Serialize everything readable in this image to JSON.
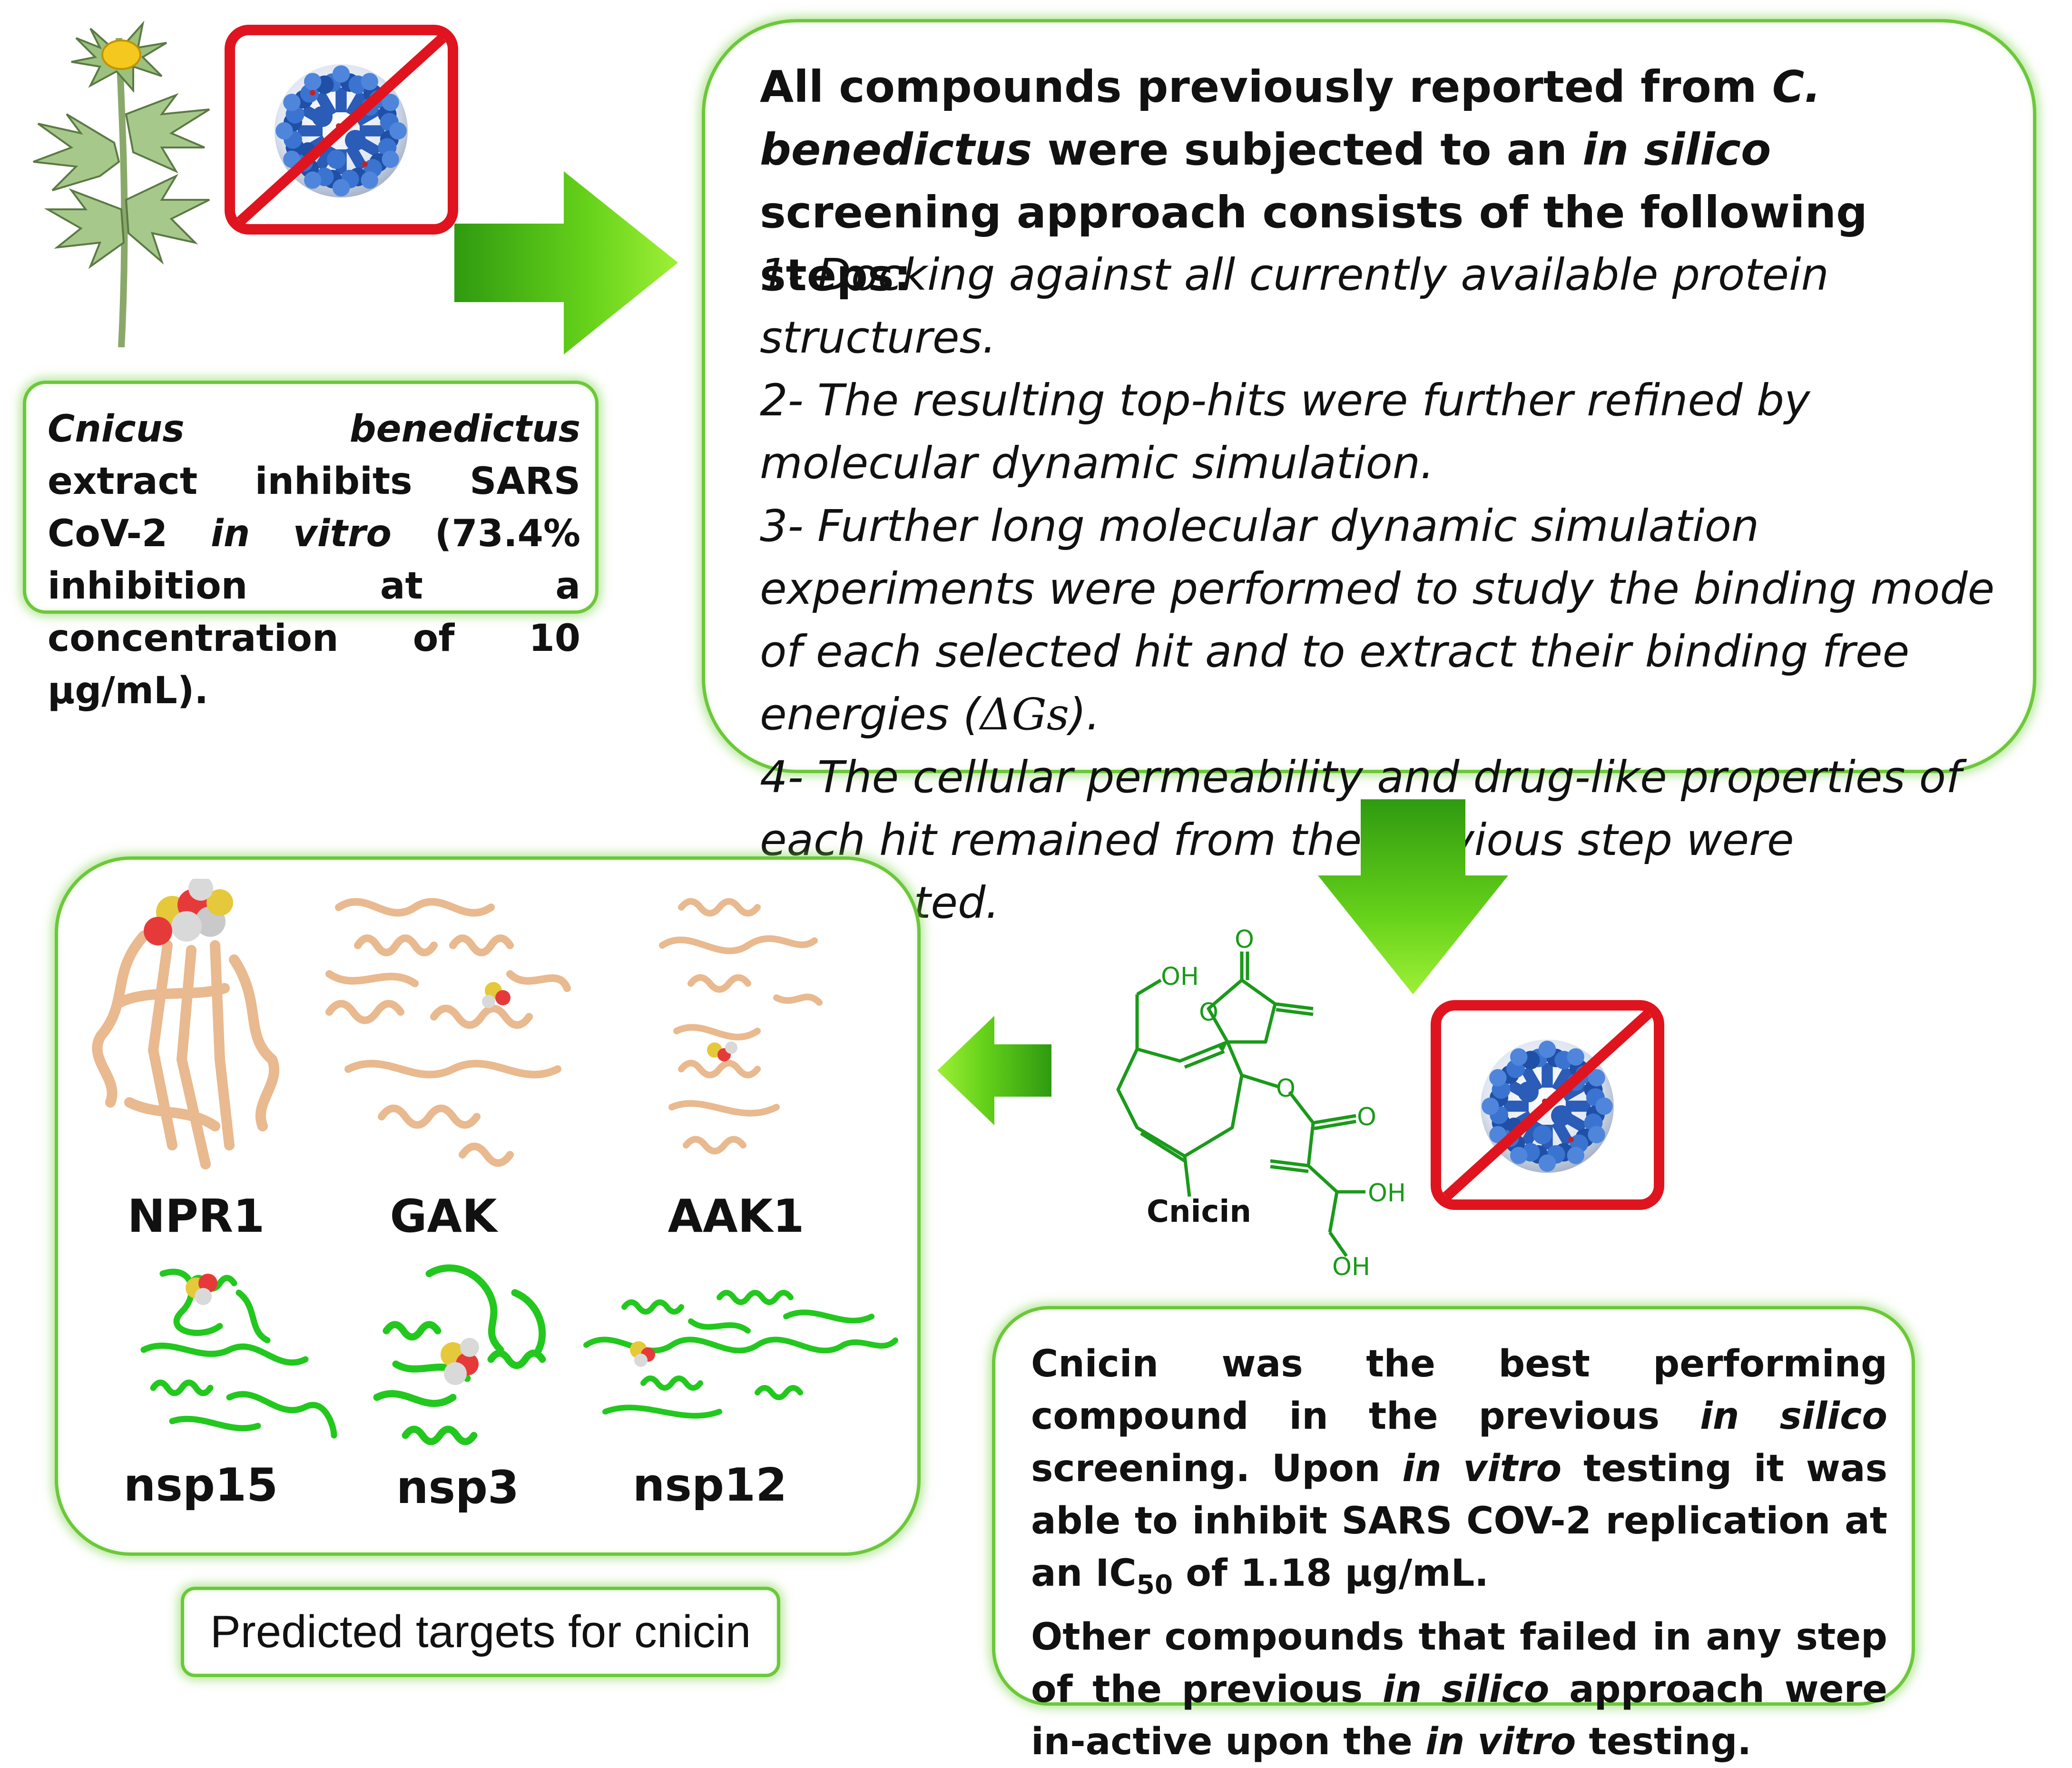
{
  "extract_box": {
    "part1": "Cnicus benedictus",
    "part2": " extract inhibits SARS CoV-2 ",
    "part3": "in vitro",
    "part4": " (73.4% inhibition at a concentration of 10 µg/mL)."
  },
  "steps_box": {
    "intro_a": "All compounds previously reported from ",
    "intro_b": "C. benedictus",
    "intro_c": " were subjected to an ",
    "intro_d": "in silico",
    "intro_e": " screening approach consists of the following steps:",
    "step1": "1- Docking against all currently available protein structures.",
    "step2": "2- The resulting top-hits were further refined by molecular dynamic simulation.",
    "step3_a": "3- Further long molecular dynamic simulation experiments were performed to study the binding mode of each selected hit and to extract their binding free energies (",
    "step3_b": "ΔGs",
    "step3_c": ").",
    "step4": "4- The cellular permeability and drug-like properties of each hit remained from the previous step were calculated."
  },
  "targets": {
    "labels": [
      "NPR1",
      "GAK",
      "AAK1",
      "nsp15",
      "nsp3",
      "nsp12"
    ],
    "caption": "Predicted targets for cnicin"
  },
  "compound": {
    "name": "Cnicin",
    "atoms": {
      "o": "O",
      "oh": "OH",
      "ring_o": "O"
    }
  },
  "result_box": {
    "a": "Cnicin was the best performing compound in the previous ",
    "b": "in silico",
    "c": " screening. Upon ",
    "d": "in vitro",
    "e": " testing it was able to inhibit SARS COV-2 replication at an IC",
    "sub": "50",
    "f": " of 1.18 µg/mL.",
    "g": "Other compounds that failed in any step of the previous ",
    "h": "in silico",
    "i": " approach were in-active upon the ",
    "j": "in vitro",
    "k": " testing."
  },
  "colors": {
    "frame_green": "#6cc83a",
    "arrow_green": "#5ad20f",
    "protein_tan": "#e9b98f",
    "protein_green": "#22c81e",
    "molecule_green": "#1a9a1a",
    "prohibit_red": "#e0141e",
    "virus_blue": "#2a5cb8"
  }
}
